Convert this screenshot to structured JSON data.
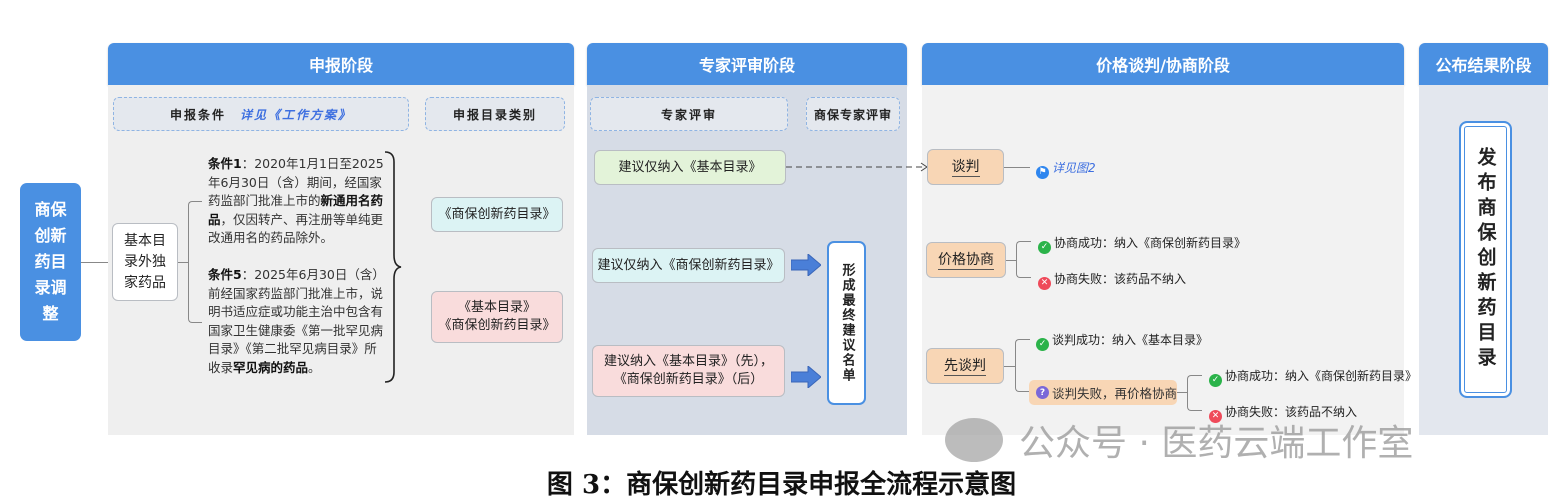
{
  "root": {
    "label": "商保创新药目录调整"
  },
  "stages": [
    {
      "title": "申报阶段"
    },
    {
      "title": "专家评审阶段"
    },
    {
      "title": "价格谈判/协商阶段"
    },
    {
      "title": "公布结果阶段"
    }
  ],
  "declare": {
    "conditions_header": "申报条件",
    "conditions_link": "详见《工作方案》",
    "category_header": "申报目录类别",
    "drug_type": "基本目录外独家药品",
    "condition1": {
      "label": "条件1",
      "text_a": "：2020年1月1日至2025年6月30日（含）期间，经国家药监部门批准上市的",
      "bold": "新通用名药品",
      "text_b": "，仅因转产、再注册等单纯更改通用名的药品除外。"
    },
    "condition5": {
      "label": "条件5",
      "text_a": "：2025年6月30日（含）前经国家药监部门批准上市，说明书适应症或功能主治中包含有国家卫生健康委《第一批罕见病目录》《第二批罕见病目录》所收录",
      "bold": "罕见病的药品",
      "text_b": "。"
    },
    "category1": "《商保创新药目录》",
    "category2_line1": "《基本目录》",
    "category2_line2": "《商保创新药目录》"
  },
  "review": {
    "expert_header": "专家评审",
    "commercial_header": "商保专家评审",
    "option1": "建议仅纳入《基本目录》",
    "option2": "建议仅纳入《商保创新药目录》",
    "option3_line1": "建议纳入《基本目录》（先），",
    "option3_line2": "《商保创新药目录》（后）",
    "final_list": "形成最终建议名单"
  },
  "negotiation": {
    "negotiate": "谈判",
    "negotiate_link": "详见图2",
    "price_consult": "价格协商",
    "consult_success": "协商成功：纳入《商保创新药目录》",
    "consult_fail": "协商失败：该药品不纳入",
    "negotiate_first": "先谈判",
    "negotiate_success": "谈判成功：纳入《基本目录》",
    "negotiate_fail_then": "谈判失败，再价格协商",
    "consult_success2": "协商成功：纳入《商保创新药目录》",
    "consult_fail2": "协商失败：该药品不纳入"
  },
  "publish": {
    "result": "发布商保创新药目录"
  },
  "watermark": "公众号 · 医药云端工作室",
  "caption": "图 3：商保创新药目录申报全流程示意图",
  "colors": {
    "header_blue": "#4a90e2",
    "success": "#2bb34a",
    "fail": "#ef4a5a",
    "question": "#7b68d8",
    "link": "#3d6fe0"
  }
}
